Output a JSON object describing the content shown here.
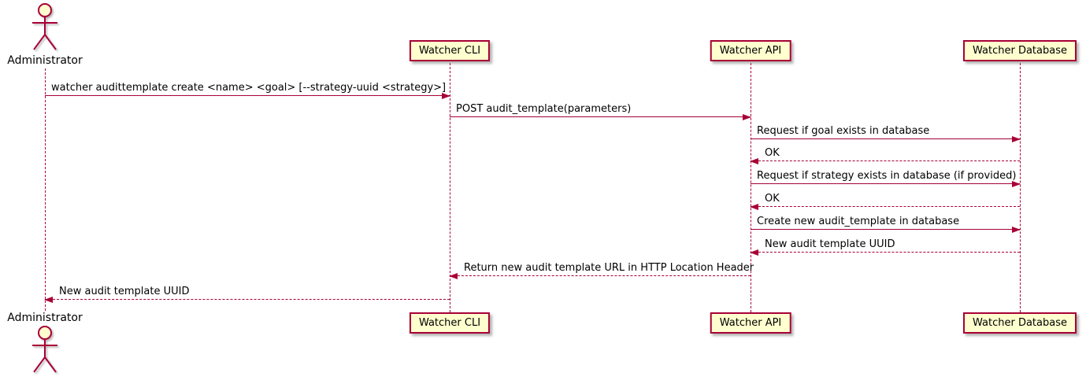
{
  "diagram": {
    "type": "sequence",
    "colors": {
      "accent": "#A80036",
      "participant_fill": "#FEFECE",
      "background": "#FFFFFF"
    },
    "actor": {
      "label": "Administrator"
    },
    "participants": [
      {
        "label": "Watcher CLI"
      },
      {
        "label": "Watcher API"
      },
      {
        "label": "Watcher Database"
      }
    ],
    "messages": [
      {
        "from": "Administrator",
        "to": "Watcher CLI",
        "label": "watcher audittemplate create <name> <goal> [--strategy-uuid <strategy>]",
        "line": "solid",
        "direction": "right"
      },
      {
        "from": "Watcher CLI",
        "to": "Watcher API",
        "label": "POST audit_template(parameters)",
        "line": "solid",
        "direction": "right"
      },
      {
        "from": "Watcher API",
        "to": "Watcher Database",
        "label": "Request if goal exists in database",
        "line": "solid",
        "direction": "right"
      },
      {
        "from": "Watcher Database",
        "to": "Watcher API",
        "label": "OK",
        "line": "dashed",
        "direction": "left"
      },
      {
        "from": "Watcher API",
        "to": "Watcher Database",
        "label": "Request if strategy exists in database (if provided)",
        "line": "solid",
        "direction": "right"
      },
      {
        "from": "Watcher Database",
        "to": "Watcher API",
        "label": "OK",
        "line": "dashed",
        "direction": "left"
      },
      {
        "from": "Watcher API",
        "to": "Watcher Database",
        "label": "Create new audit_template in database",
        "line": "solid",
        "direction": "right"
      },
      {
        "from": "Watcher Database",
        "to": "Watcher API",
        "label": "New audit template UUID",
        "line": "dashed",
        "direction": "left"
      },
      {
        "from": "Watcher API",
        "to": "Watcher CLI",
        "label": "Return new audit template URL in HTTP Location Header",
        "line": "dashed",
        "direction": "left"
      },
      {
        "from": "Watcher CLI",
        "to": "Administrator",
        "label": "New audit template UUID",
        "line": "dashed",
        "direction": "left"
      }
    ]
  }
}
